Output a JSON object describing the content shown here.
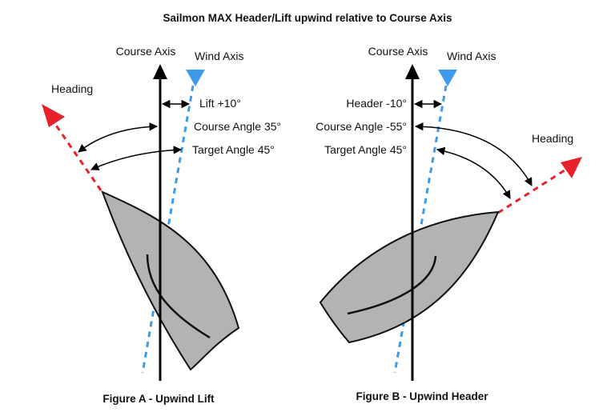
{
  "title": "Sailmon MAX Header/Lift upwind relative to Course Axis",
  "colors": {
    "course_axis": "#000000",
    "wind_axis": "#3d9be9",
    "heading": "#e8202a",
    "hull_fill": "#b3b3b3",
    "hull_stroke": "#111111"
  },
  "figure_a": {
    "caption": "Figure A - Upwind Lift",
    "course_axis_label": "Course Axis",
    "wind_axis_label": "Wind Axis",
    "heading_label": "Heading",
    "offset_label": "Lift +10°",
    "course_angle_label": "Course Angle 35°",
    "target_angle_label": "Target Angle 45°",
    "angles": {
      "wind_offset_deg": 10,
      "course_angle_deg": 35,
      "target_angle_deg": 45
    }
  },
  "figure_b": {
    "caption": "Figure B - Upwind Header",
    "course_axis_label": "Course Axis",
    "wind_axis_label": "Wind Axis",
    "heading_label": "Heading",
    "offset_label": "Header -10°",
    "course_angle_label": "Course Angle -55°",
    "target_angle_label": "Target Angle 45°",
    "angles": {
      "wind_offset_deg": -10,
      "course_angle_deg": -55,
      "target_angle_deg": 45
    }
  }
}
